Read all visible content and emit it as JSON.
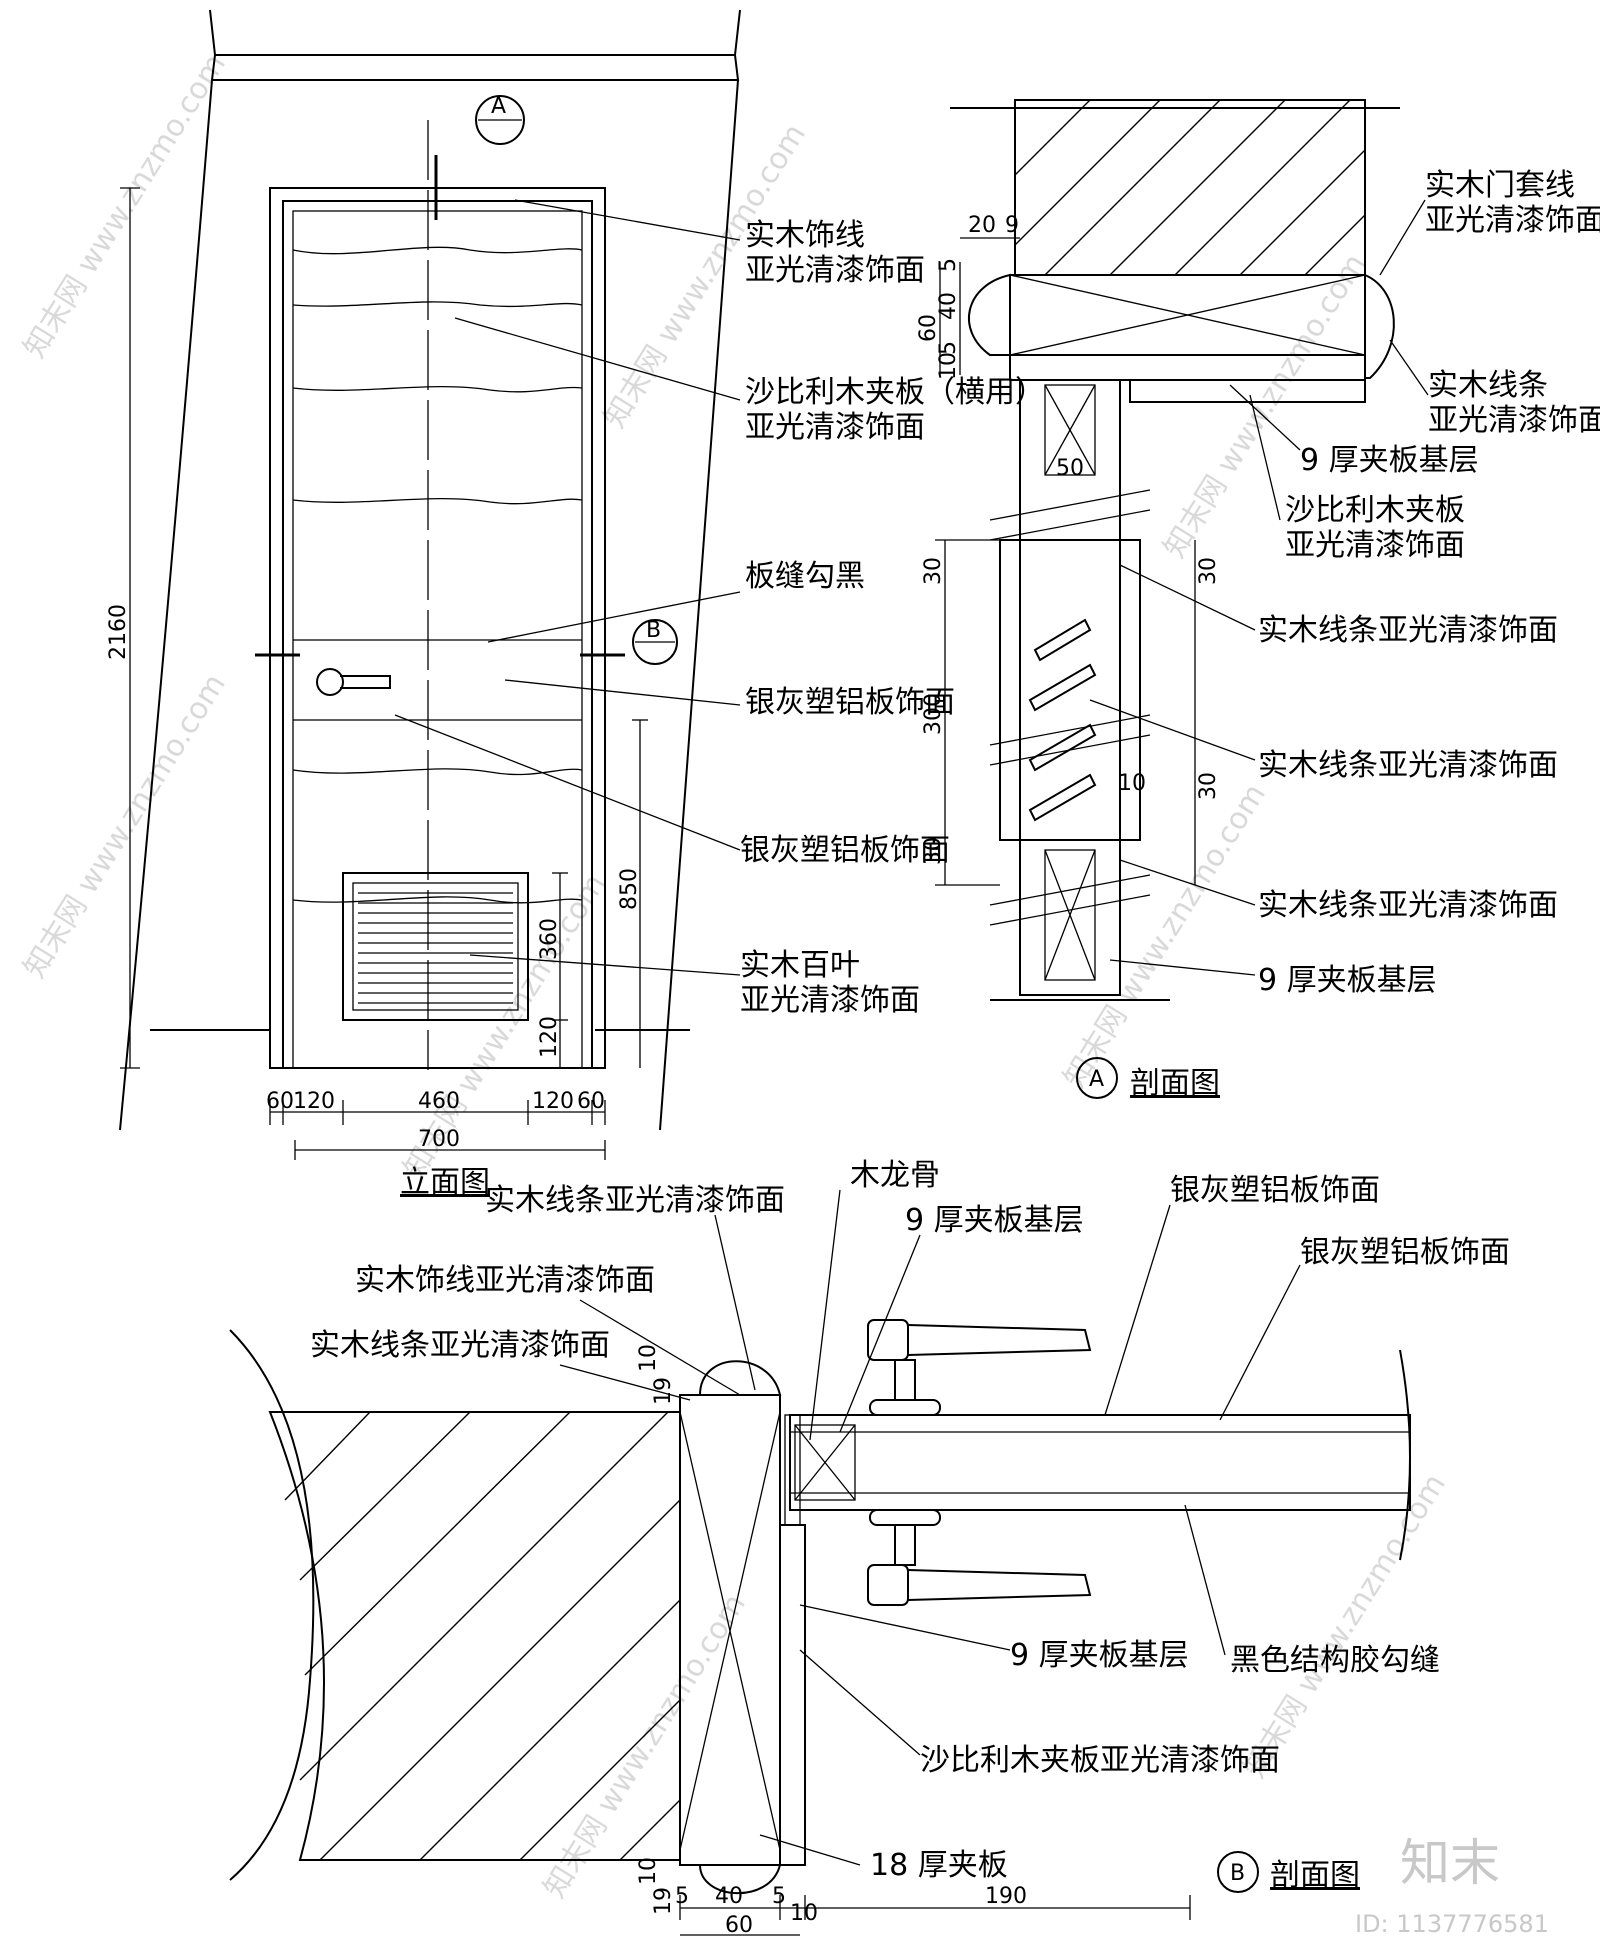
{
  "elevation": {
    "caption": "立面图",
    "markers": {
      "a": "A",
      "b": "B"
    },
    "dims": {
      "h_total": "2160",
      "h_vent_bottom": "850",
      "h_vent": "360",
      "h_base": "120",
      "w_60_l": "60",
      "w_120_l": "120",
      "w_460": "460",
      "w_120_r": "120",
      "w_60_r": "60",
      "w_700": "700"
    },
    "labels": [
      "实木饰线",
      "亚光清漆饰面",
      "沙比利木夹板（横用）",
      "亚光清漆饰面",
      "板缝勾黑",
      "银灰塑铝板饰面",
      "银灰塑铝板饰面",
      "实木百叶",
      "亚光清漆饰面"
    ]
  },
  "section_a": {
    "caption": "剖面图",
    "marker": "A",
    "labels": [
      "实木门套线",
      "亚光清漆饰面",
      "实木线条",
      "亚光清漆饰面",
      "9 厚夹板基层",
      "沙比利木夹板",
      "亚光清漆饰面",
      "实木线条亚光清漆饰面",
      "实木线条亚光清漆饰面",
      "实木线条亚光清漆饰面",
      "9 厚夹板基层"
    ],
    "dims": {
      "d20": "20",
      "d9": "9",
      "d5a": "5",
      "d40": "40",
      "d5b": "5",
      "d60": "60",
      "d10": "10",
      "d50": "50",
      "d30a": "30",
      "d30b": "30",
      "d300": "300",
      "d10b": "10",
      "d30c": "30",
      "d30d": "30"
    }
  },
  "section_b": {
    "caption": "剖面图",
    "marker": "B",
    "labels": [
      "实木线条亚光清漆饰面",
      "实木饰线亚光清漆饰面",
      "实木线条亚光清漆饰面",
      "木龙骨",
      "9 厚夹板基层",
      "银灰塑铝板饰面",
      "银灰塑铝板饰面",
      "黑色结构胶勾缝",
      "9 厚夹板基层",
      "沙比利木夹板亚光清漆饰面",
      "18 厚夹板"
    ],
    "dims": {
      "v19": "19",
      "v10": "10",
      "v19b": "19",
      "v10b": "10",
      "w5a": "5",
      "w40": "40",
      "w5b": "5",
      "w190": "190",
      "w60": "60",
      "w10": "10"
    }
  },
  "brand": {
    "logo": "知末",
    "id": "ID: 1137776581",
    "watermark": "知末网 www.znzmo.com"
  }
}
